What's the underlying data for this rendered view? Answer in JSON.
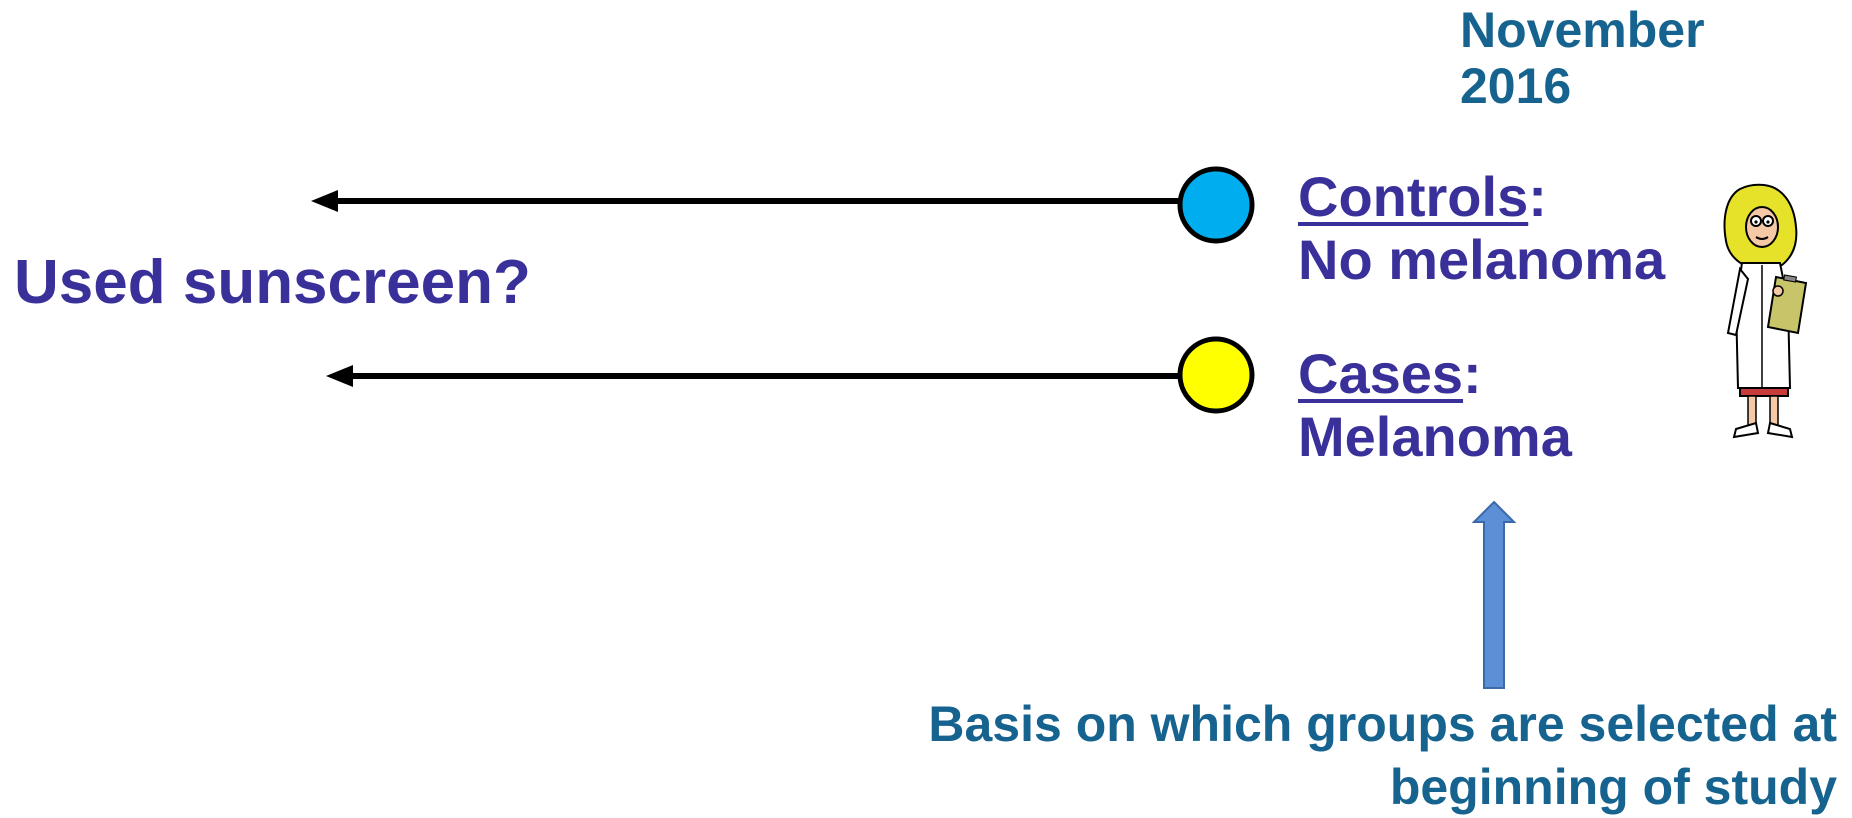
{
  "date": {
    "line1": "November",
    "line2": "2016"
  },
  "question": "Used sunscreen?",
  "controls": {
    "heading": "Controls",
    "colon": ":",
    "description": "No melanoma",
    "marker_color": "#00aeef"
  },
  "cases": {
    "heading": "Cases",
    "colon": ":",
    "description": "Melanoma",
    "marker_color": "#ffff00"
  },
  "basis_note": {
    "line1": "Basis on which groups are selected at",
    "line2": "beginning of study"
  },
  "icons": [
    "arrow-left-icon",
    "researcher-with-clipboard-icon",
    "arrow-up-icon"
  ],
  "colors": {
    "title_purple": "#3a309a",
    "note_blue": "#16638f",
    "arrow_black": "#000000",
    "up_arrow_fill": "#5b8fd6"
  }
}
